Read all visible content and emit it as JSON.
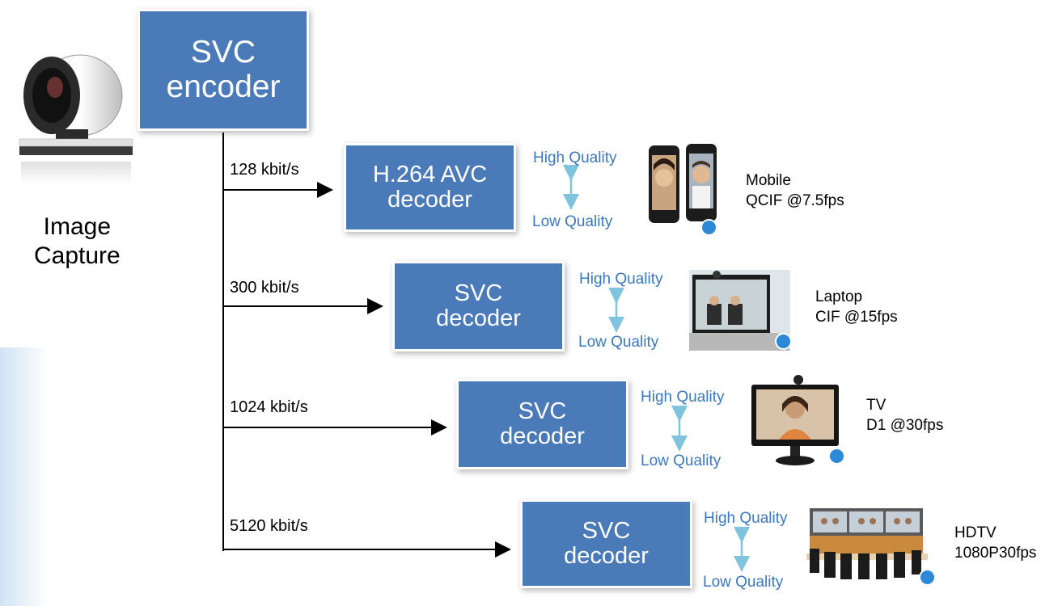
{
  "capture": {
    "label_line1": "Image",
    "label_line2": "Capture"
  },
  "encoder": {
    "line1": "SVC",
    "line2": "encoder"
  },
  "streams": [
    {
      "rate": "128 kbit/s",
      "decoder_line1": "H.264 AVC",
      "decoder_line2": "decoder",
      "high": "High Quality",
      "low": "Low Quality",
      "device_line1": "Mobile",
      "device_line2": "QCIF @7.5fps",
      "device_icon": "mobile-phones-icon"
    },
    {
      "rate": "300 kbit/s",
      "decoder_line1": "SVC",
      "decoder_line2": "decoder",
      "high": "High Quality",
      "low": "Low Quality",
      "device_line1": "Laptop",
      "device_line2": "CIF @15fps",
      "device_icon": "laptop-icon"
    },
    {
      "rate": "1024 kbit/s",
      "decoder_line1": "SVC",
      "decoder_line2": "decoder",
      "high": "High Quality",
      "low": "Low Quality",
      "device_line1": "TV",
      "device_line2": "D1 @30fps",
      "device_icon": "tv-icon"
    },
    {
      "rate": "5120 kbit/s",
      "decoder_line1": "SVC",
      "decoder_line2": "decoder",
      "high": "High Quality",
      "low": "Low Quality",
      "device_line1": "HDTV",
      "device_line2": "1080P30fps",
      "device_icon": "hdtv-room-icon"
    }
  ],
  "colors": {
    "box": "#4a7ab8",
    "quality_text": "#3b78c0",
    "quality_arrow": "#7fc3dc"
  }
}
